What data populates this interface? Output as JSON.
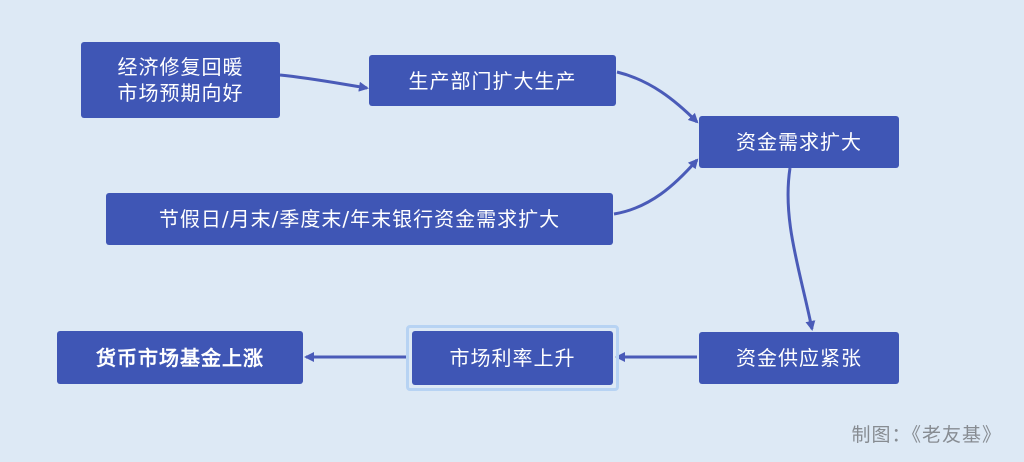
{
  "nodes": {
    "economy": {
      "line1": "经济修复回暖",
      "line2": "市场预期向好"
    },
    "production": {
      "label": "生产部门扩大生产"
    },
    "capital_demand": {
      "label": "资金需求扩大"
    },
    "holiday": {
      "label": "节假日/月末/季度末/年末银行资金需求扩大"
    },
    "capital_supply": {
      "label": "资金供应紧张"
    },
    "market_rate": {
      "label": "市场利率上升"
    },
    "money_fund": {
      "label": "货币市场基金上涨"
    }
  },
  "credit": "制图：《老友基》",
  "colors": {
    "background": "#dde9f5",
    "node_fill": "#3f56b5",
    "arrow": "#4a5bb8",
    "highlight_border": "#b7d3f3",
    "credit_text": "#878c92"
  }
}
